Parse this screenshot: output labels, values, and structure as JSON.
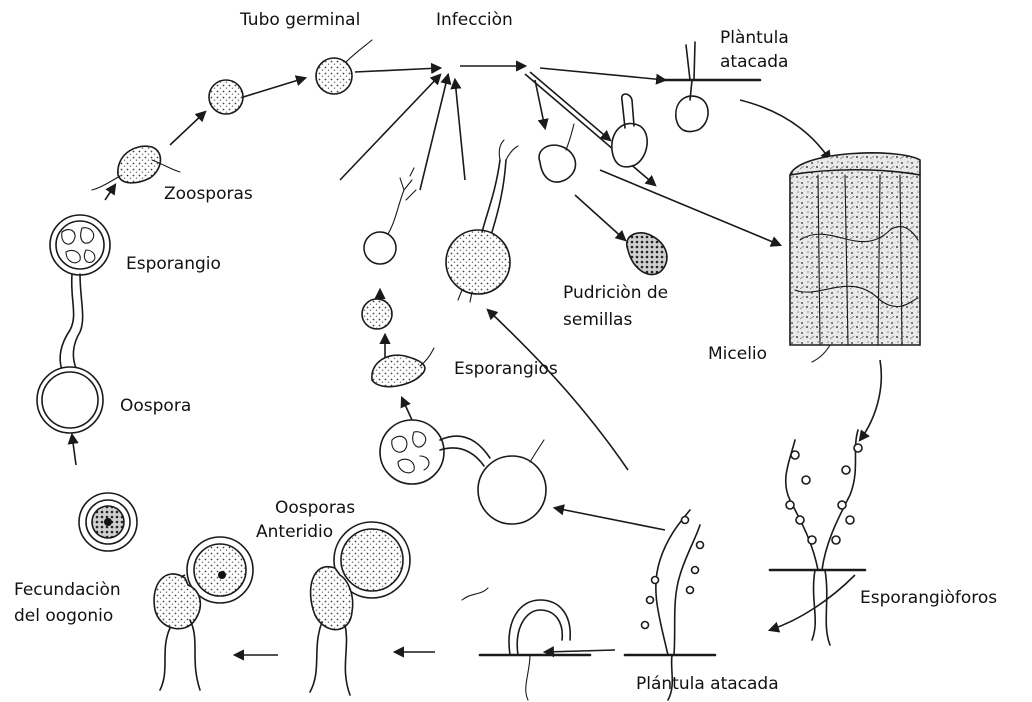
{
  "labels": {
    "tubo_germinal": "Tubo germinal",
    "infeccion": "Infecciòn",
    "plantula_atacada_top_1": "Plàntula",
    "plantula_atacada_top_2": "atacada",
    "zoosporas": "Zoosporas",
    "esporangio": "Esporangio",
    "pudricion_1": "Pudriciòn de",
    "pudricion_2": "semillas",
    "micelio": "Micelio",
    "esporangios": "Esporangios",
    "oospora": "Oospora",
    "oosporas": "Oosporas",
    "anteridio": "Anteridio",
    "fecundacion_1": "Fecundaciòn",
    "fecundacion_2": "del oogonio",
    "esporangioforos": "Esporangiòforos",
    "plantula_atacada_bottom": "Plántula atacada"
  }
}
